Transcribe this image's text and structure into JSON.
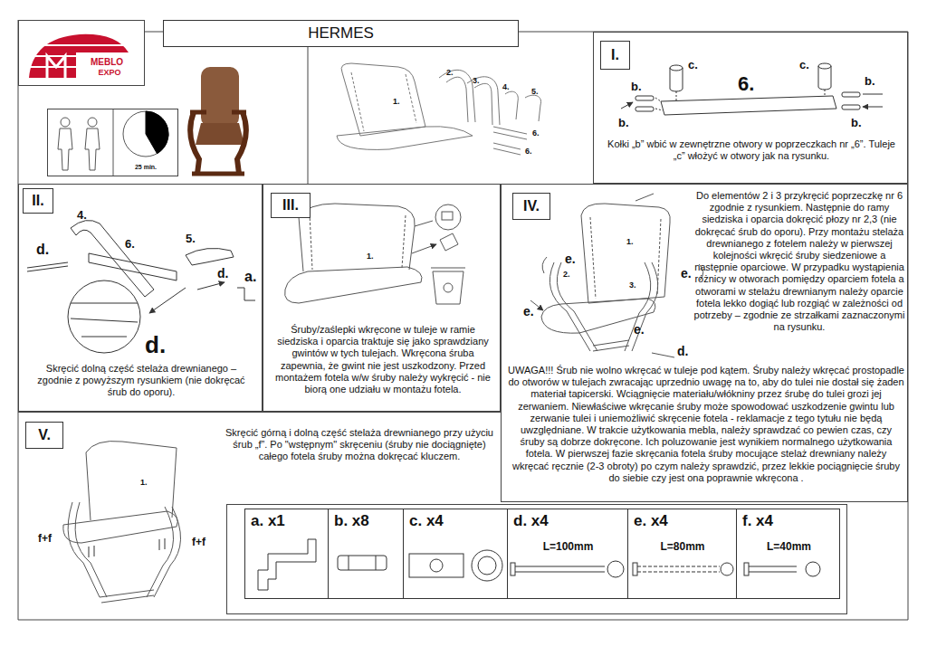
{
  "diagram": {
    "title": "HERMES",
    "nodes": [
      {
        "text": [
          "MEBLO",
          "EXPO"
        ]
      },
      {
        "text": [
          "25 min."
        ]
      },
      {
        "text": [
          "I.",
          "Kołki „b” wbić w zewnętrzne otwory w poprzeczkach nr „6”. Tuleje „c” włożyć w otwory jak na rysunku."
        ]
      },
      {
        "text": [
          "II.",
          "Skręcić dolną część stelaża drewnianego – zgodnie z powyższym rysunkiem (nie dokręcać śrub do oporu)."
        ]
      },
      {
        "text": [
          "III.",
          "Śruby/zaślepki wkręcone w tuleje w ramie siedziska i oparcia traktuje się jako sprawdziany gwintów w tych tulejach. Wkręcona śruba zapewnia, że gwint nie jest uszkodzony. Przed montażem fotela w/w śruby należy wykręcić - nie biorą one udziału w montażu fotela."
        ]
      },
      {
        "text": [
          "IV.",
          "Do elementów 2 i 3 przykręcić poprzeczkę nr 6 zgodnie z rysunkiem. Następnie do ramy siedziska i oparcia dokręcić płozy nr 2,3 (nie dokręcać śrub do oporu). Przy montażu stelaża drewnianego z fotelem należy w pierwszej kolejności wkręcić śruby siedzeniowe a następnie oparciowe. W przypadku wystąpienia różnicy w otworach pomiędzy oparciem fotela a otworami w stelażu drewnianym należy oparcie fotela lekko dogiąć lub rozgiąć w zależności od potrzeby – zgodnie ze strzałkami zaznaczonymi na rysunku.",
          "UWAGA!!! Śrub nie wolno wkręcać w tuleje pod kątem. Śruby należy wkręcać prostopadle do otworów w tulejach zwracając uprzednio uwagę na to, aby do tulei nie dostał się żaden materiał tapicerski. Wciągnięcie materiału/włókniny przez śrubę do tulei grozi jej zerwaniem. Niewłaściwe wkręcanie śruby może spowodować uszkodzenie gwintu lub zerwanie tulei i uniemożliwić skręcenie fotela - reklamacje z tego tytułu nie będą uwzględniane. W trakcie użytkowania mebla, należy sprawdzać co pewien czas, czy śruby są dobrze dokręcone. Ich poluzowanie jest wynikiem normalnego użytkowania fotela. W pierwszej fazie skręcania fotela śruby mocujące stelaż drewniany należy wkręcać ręcznie (2-3 obroty) po czym należy sprawdzić, przez lekkie pociągnięcie śruby do siebie czy jest ona poprawnie wkręcona ."
        ]
      },
      {
        "text": [
          "V.",
          "Skręcić górną i dolną część stelaża drewnianego przy użyciu śrub „f”. Po \"wstępnym\" skręceniu (śruby nie dociągnięte) całego fotela śruby można dokręcać kluczem."
        ]
      },
      {
        "text": []
      },
      {
        "text": [
          "a. x1"
        ],
        "in": 7
      },
      {
        "text": [
          "b. x8"
        ],
        "in": 7
      },
      {
        "text": [
          "c. x4"
        ],
        "in": 7
      },
      {
        "text": [
          "d. x4",
          "L=100mm"
        ],
        "in": 7
      },
      {
        "text": [
          "e. x4",
          "L=80mm"
        ],
        "in": 7
      },
      {
        "text": [
          "f. x4",
          "L=40mm"
        ],
        "in": 7
      }
    ],
    "labels": [
      "1.",
      "2.",
      "3.",
      "4.",
      "5.",
      "6.",
      "6.",
      "c.",
      "c.",
      "b.",
      "b.",
      "6.",
      "b.",
      "b.",
      "4.",
      "d.",
      "6.",
      "5.",
      "d.",
      "a.",
      "d.",
      "1.",
      "1.",
      "e.",
      "2.",
      "e.",
      "3.",
      "e.",
      "e.",
      "d.",
      "1.",
      "f+f",
      "f+f"
    ]
  }
}
